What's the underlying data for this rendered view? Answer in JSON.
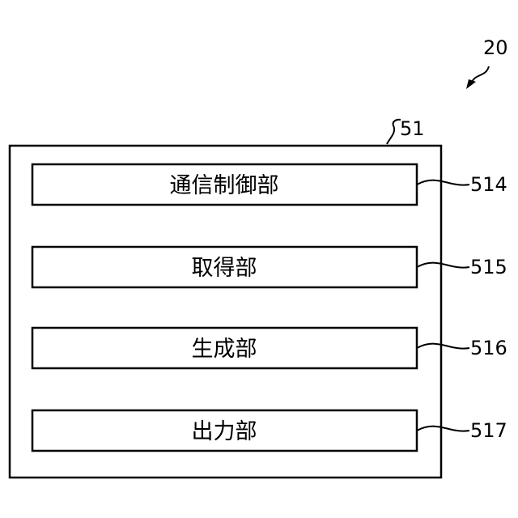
{
  "figure_ref": "20",
  "outer_box": {
    "ref": "51"
  },
  "units": [
    {
      "label": "通信制御部",
      "ref": "514"
    },
    {
      "label": "取得部",
      "ref": "515"
    },
    {
      "label": "生成部",
      "ref": "516"
    },
    {
      "label": "出力部",
      "ref": "517"
    }
  ]
}
